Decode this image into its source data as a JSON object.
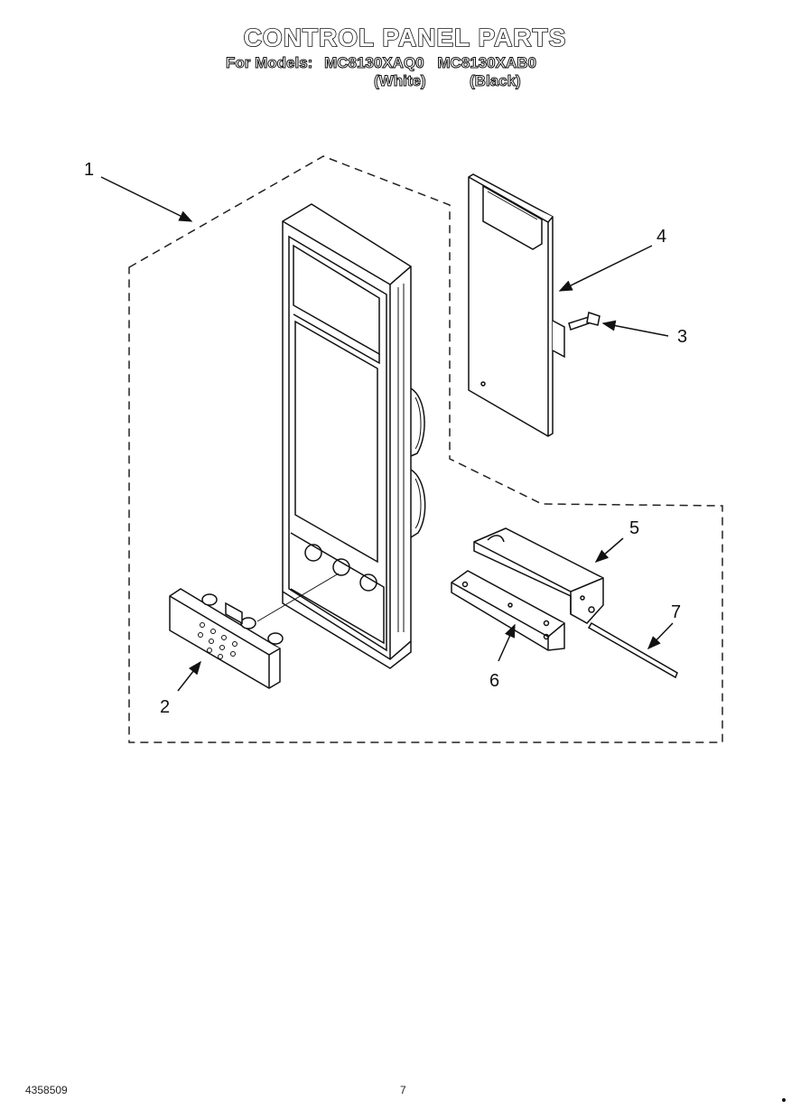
{
  "header": {
    "title": "CONTROL PANEL PARTS",
    "models_prefix": "For Models:",
    "model_white": "MC8130XAQ0",
    "model_black": "MC8130XAB0",
    "variant_white": "(White)",
    "variant_black": "(Black)"
  },
  "callouts": [
    "1",
    "2",
    "3",
    "4",
    "5",
    "6",
    "7"
  ],
  "footer": {
    "doc_number": "4358509",
    "page_number": "7"
  }
}
